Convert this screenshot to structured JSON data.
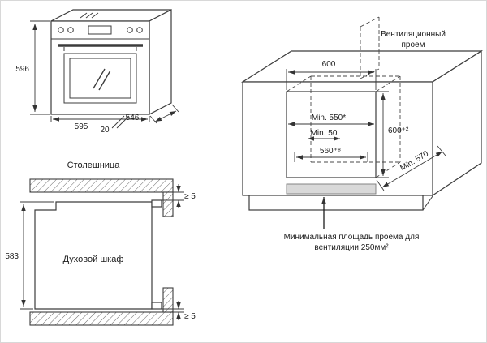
{
  "colors": {
    "line": "#3c3c3c",
    "vent_strip_fill": "#d9d9d9",
    "background": "#ffffff"
  },
  "oven_view": {
    "dim_height": "596",
    "dim_width": "595",
    "dim_depth": "546",
    "dim_door_offset": "20"
  },
  "section_view": {
    "countertop_label": "Столешница",
    "oven_label": "Духовой шкаф",
    "dim_height": "583",
    "gap_top": "≥ 5",
    "gap_bottom": "≥ 5"
  },
  "cabinet_view": {
    "vent_label_line1": "Вентиляционный",
    "vent_label_line2": "проем",
    "dim_top_width": "600",
    "dim_min_width": "Min. 550*",
    "dim_min_clearance": "Min. 50",
    "dim_cutout_width": "560⁺⁸",
    "dim_cutout_height": "600⁺²",
    "dim_depth": "Min. 570",
    "note_line1": "Минимальная площадь проема для",
    "note_line2": "вентиляции 250мм²"
  }
}
